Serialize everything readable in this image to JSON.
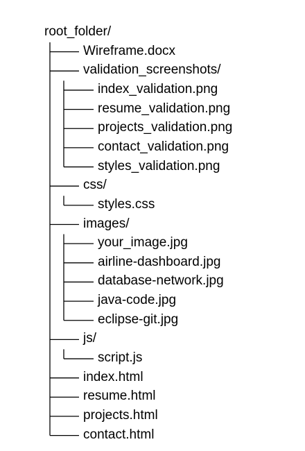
{
  "tree": {
    "root": "root_folder/",
    "children": [
      {
        "name": "Wireframe.docx"
      },
      {
        "name": "validation_screenshots/",
        "children": [
          {
            "name": "index_validation.png"
          },
          {
            "name": "resume_validation.png"
          },
          {
            "name": "projects_validation.png"
          },
          {
            "name": "contact_validation.png"
          },
          {
            "name": "styles_validation.png"
          }
        ]
      },
      {
        "name": "css/",
        "children": [
          {
            "name": "styles.css"
          }
        ]
      },
      {
        "name": "images/",
        "children": [
          {
            "name": "your_image.jpg"
          },
          {
            "name": "airline-dashboard.jpg"
          },
          {
            "name": "database-network.jpg"
          },
          {
            "name": "java-code.jpg"
          },
          {
            "name": "eclipse-git.jpg"
          }
        ]
      },
      {
        "name": "js/",
        "children": [
          {
            "name": "script.js"
          }
        ]
      },
      {
        "name": "index.html"
      },
      {
        "name": "resume.html"
      },
      {
        "name": "projects.html"
      },
      {
        "name": "contact.html"
      }
    ]
  },
  "colors": {
    "text": "#000000",
    "line": "#000000",
    "background": "#ffffff"
  }
}
